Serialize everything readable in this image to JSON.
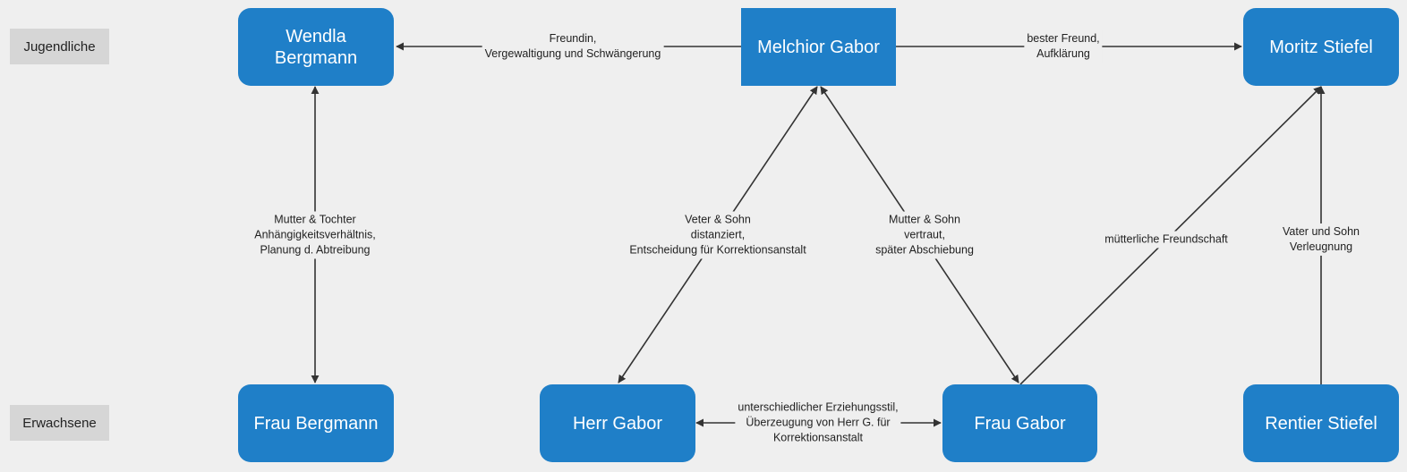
{
  "rows": {
    "youth": "Jugendliche",
    "adults": "Erwachsene"
  },
  "nodes": {
    "wendla": "Wendla\nBergmann",
    "melchior": "Melchior Gabor",
    "moritz": "Moritz Stiefel",
    "frau_bergmann": "Frau Bergmann",
    "herr_gabor": "Herr Gabor",
    "frau_gabor": "Frau Gabor",
    "rentier_stiefel": "Rentier Stiefel"
  },
  "edges": {
    "melchior_wendla": "Freundin,\nVergewaltigung und Schwängerung",
    "melchior_moritz": "bester Freund,\nAufklärung",
    "wendla_frau_bergmann": "Mutter & Tochter\nAnhängigkeitsverhältnis,\nPlanung d. Abtreibung",
    "melchior_herr_gabor": "Veter & Sohn\ndistanziert,\nEntscheidung für Korrektionsanstalt",
    "melchior_frau_gabor": "Mutter & Sohn\nvertraut,\nspäter Abschiebung",
    "frau_gabor_moritz": "mütterliche Freundschaft",
    "rentier_moritz": "Vater und Sohn\nVerleugnung",
    "herr_frau_gabor": "unterschiedlicher Erziehungsstil,\nÜberzeugung von Herr G. für\nKorrektionsanstalt"
  },
  "colors": {
    "node": "#1f7fc8",
    "background": "#efefef",
    "row_label": "#d6d6d6",
    "edge": "#333333"
  }
}
